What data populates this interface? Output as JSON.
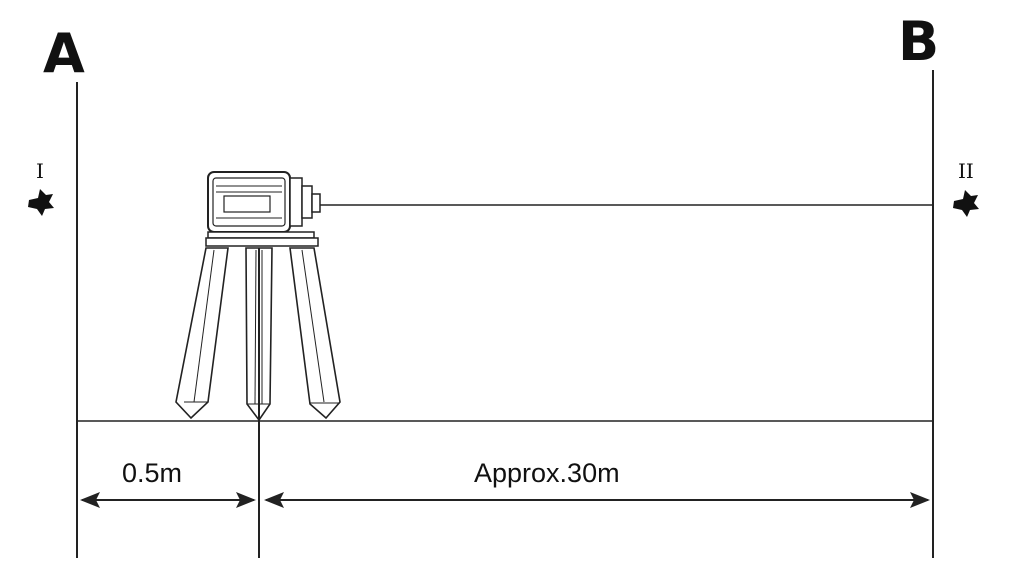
{
  "labels": {
    "point_a": "A",
    "point_b": "B",
    "mark_i": "I",
    "mark_ii": "II"
  },
  "dimensions": {
    "near": "0.5m",
    "far": "Approx.30m"
  },
  "colors": {
    "line": "#222222",
    "background": "#ffffff"
  }
}
